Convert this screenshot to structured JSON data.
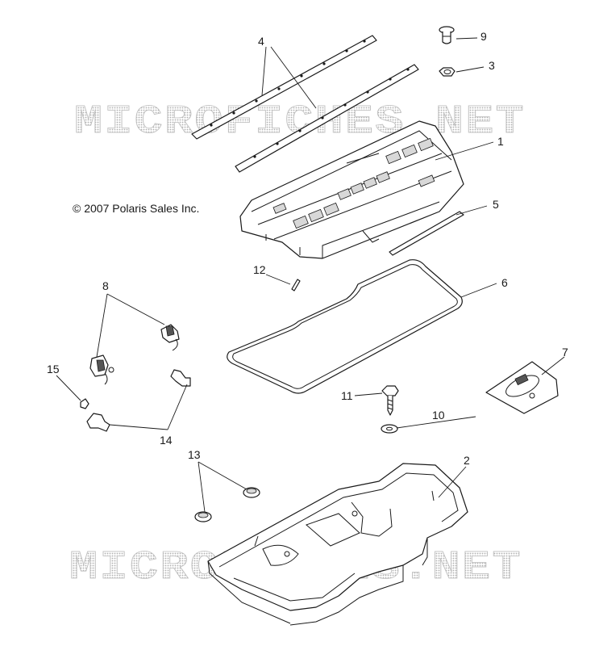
{
  "watermark": {
    "top_text": "MICROFICHES.NET",
    "bottom_text": "MICROFICHES.NET"
  },
  "copyright": "© 2007 Polaris Sales Inc.",
  "callouts": {
    "c1": "1",
    "c2": "2",
    "c3": "3",
    "c4": "4",
    "c5": "5",
    "c6": "6",
    "c7": "7",
    "c8": "8",
    "c9": "9",
    "c10": "10",
    "c11": "11",
    "c12": "12",
    "c13": "13",
    "c14": "14",
    "c15": "15"
  }
}
